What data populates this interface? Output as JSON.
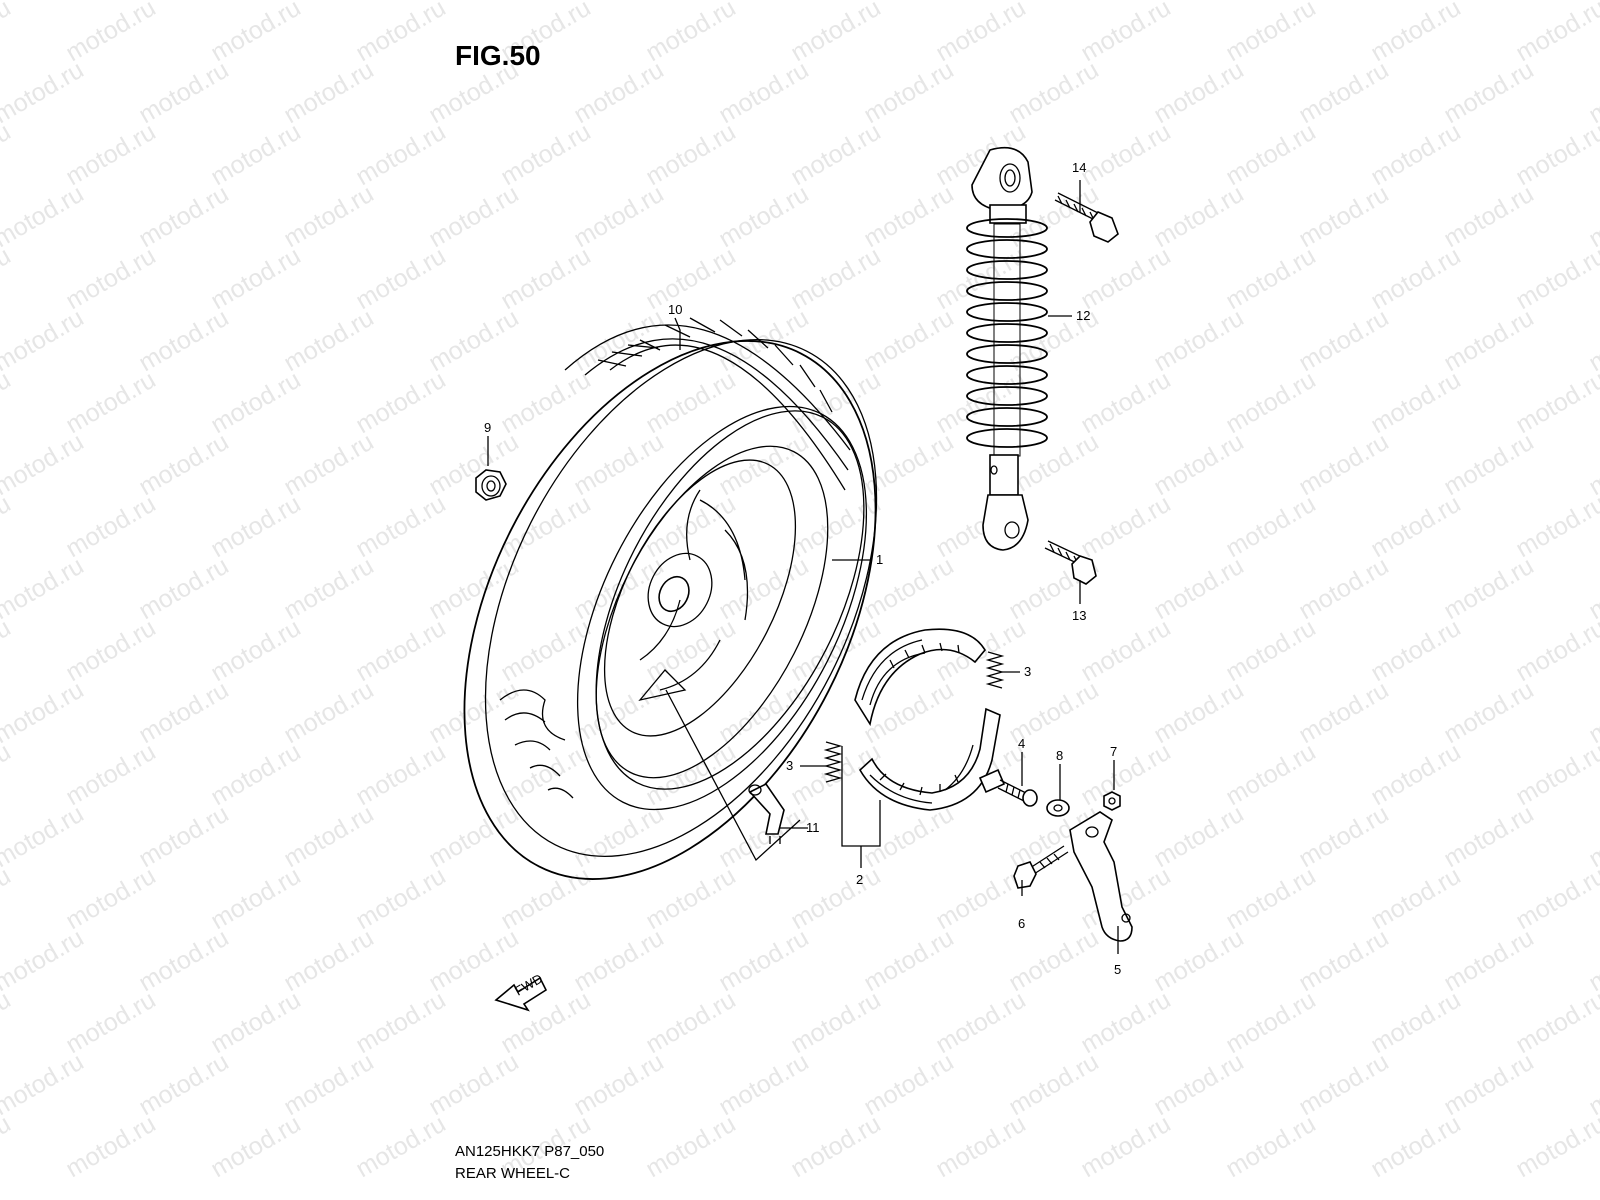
{
  "figure": {
    "title": "FIG.50",
    "code": "AN125HKK7 P87_050",
    "name": "REAR WHEEL-C",
    "watermark": "motod.ru",
    "fwd_marker": "FWD"
  },
  "callouts": [
    {
      "id": "c1",
      "label": "1",
      "part": "wheel"
    },
    {
      "id": "c2",
      "label": "2",
      "part": "brake-shoe-set"
    },
    {
      "id": "c3a",
      "label": "3",
      "part": "spring"
    },
    {
      "id": "c3b",
      "label": "3",
      "part": "spring"
    },
    {
      "id": "c4",
      "label": "4",
      "part": "cam-shaft"
    },
    {
      "id": "c5",
      "label": "5",
      "part": "brake-arm"
    },
    {
      "id": "c6",
      "label": "6",
      "part": "bolt"
    },
    {
      "id": "c7",
      "label": "7",
      "part": "nut"
    },
    {
      "id": "c8",
      "label": "8",
      "part": "washer"
    },
    {
      "id": "c9",
      "label": "9",
      "part": "axle-nut"
    },
    {
      "id": "c10",
      "label": "10",
      "part": "tire"
    },
    {
      "id": "c11",
      "label": "11",
      "part": "valve"
    },
    {
      "id": "c12",
      "label": "12",
      "part": "shock-absorber"
    },
    {
      "id": "c13",
      "label": "13",
      "part": "bolt"
    },
    {
      "id": "c14",
      "label": "14",
      "part": "bolt"
    }
  ]
}
